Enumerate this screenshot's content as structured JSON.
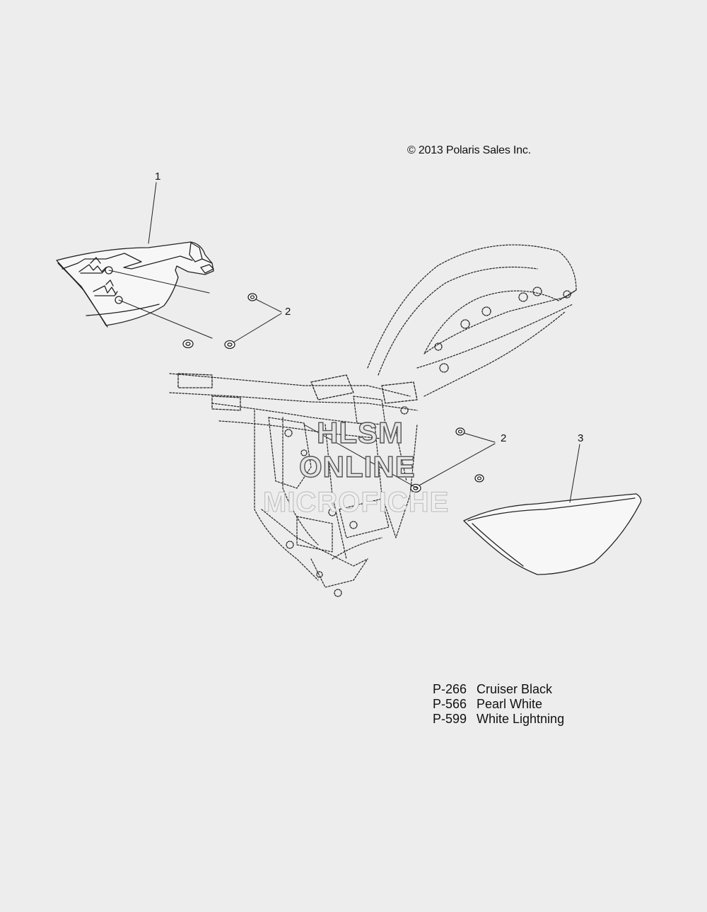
{
  "copyright": "© 2013 Polaris Sales Inc.",
  "callouts": {
    "part1": "1",
    "part2_upper": "2",
    "part2_lower": "2",
    "part3": "3"
  },
  "watermark": {
    "line1": "HLSM",
    "line2": "ONLINE",
    "line3": "MICROFICHE"
  },
  "color_legend": [
    {
      "code": "P-266",
      "name": "Cruiser Black"
    },
    {
      "code": "P-566",
      "name": "Pearl White"
    },
    {
      "code": "P-599",
      "name": "White Lightning"
    }
  ]
}
